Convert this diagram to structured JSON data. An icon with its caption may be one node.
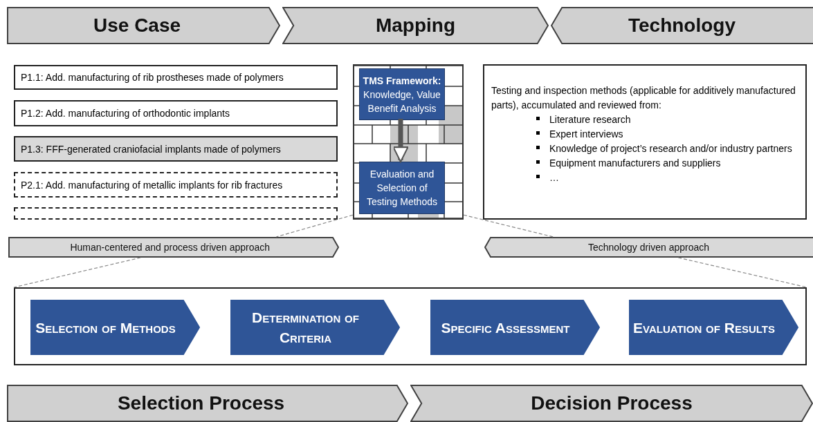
{
  "diagram": {
    "nodes": [
      {
        "text": [
          "Use Case"
        ]
      },
      {
        "text": [
          "Mapping"
        ]
      },
      {
        "text": [
          "Technology"
        ]
      },
      {
        "text": [
          "P1.1: Add. manufacturing of rib prostheses made of polymers"
        ]
      },
      {
        "text": [
          "P1.2: Add. manufacturing of orthodontic implants"
        ]
      },
      {
        "text": [
          "P1.3: FFF-generated craniofacial implants made of polymers"
        ]
      },
      {
        "text": [
          "P2.1: Add. manufacturing of metallic implants for rib fractures"
        ]
      },
      {
        "text": [],
        "shape": "box"
      },
      {
        "text": [],
        "shape": "box"
      },
      {
        "text": [
          "TMS Framework:",
          "Knowledge, Value Benefit Analysis"
        ],
        "in": 8
      },
      {
        "text": [
          "Evaluation and Selection of Testing Methods"
        ],
        "in": 8
      },
      {
        "text": [
          "Testing and inspection methods (applicable for additively manufactured parts), accumulated and reviewed from:",
          "Literature research",
          "Expert interviews",
          "Knowledge of project’s research and/or industry partners",
          "Equipment manufacturers and suppliers",
          "…"
        ]
      },
      {
        "text": [
          "Human-centered and process driven approach"
        ]
      },
      {
        "text": [
          "Technology driven approach"
        ]
      },
      {
        "text": [],
        "shape": "box"
      },
      {
        "text": [
          "Selection of Methods"
        ],
        "in": 14
      },
      {
        "text": [
          "Determination of Criteria"
        ],
        "in": 14
      },
      {
        "text": [
          "Specific Assessment"
        ],
        "in": 14
      },
      {
        "text": [
          "Evaluation of Results"
        ],
        "in": 14
      },
      {
        "text": [
          "Selection Process"
        ]
      },
      {
        "text": [
          "Decision Process"
        ]
      }
    ],
    "edges": [
      {
        "from": 9,
        "to": 10,
        "arrow": "to",
        "style": "thick"
      },
      {
        "from": 8,
        "to": 12,
        "arrow": "none",
        "style": "dashed",
        "color": "#888888"
      },
      {
        "from": 8,
        "to": 13,
        "arrow": "none",
        "style": "dashed",
        "color": "#888888"
      },
      {
        "from": 12,
        "to": 14,
        "arrow": "none",
        "style": "dashed",
        "color": "#888888"
      },
      {
        "from": 13,
        "to": 14,
        "arrow": "none",
        "style": "dashed",
        "color": "#888888"
      }
    ]
  }
}
